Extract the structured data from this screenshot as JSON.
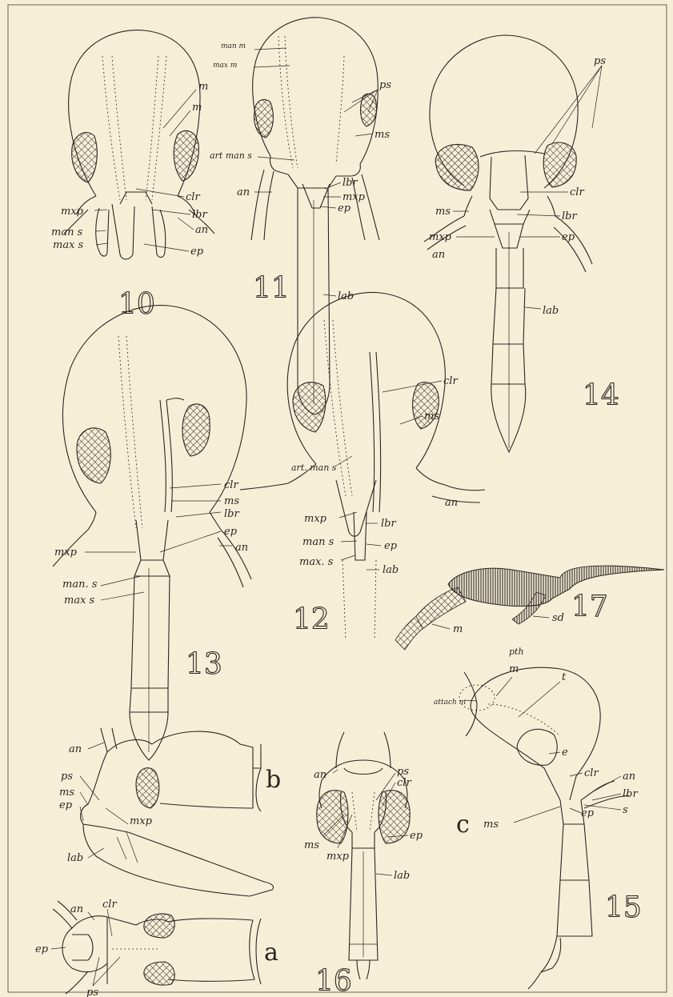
{
  "figures": {
    "fig10": {
      "number": "10",
      "labels": {
        "m1": "m",
        "m2": "m",
        "clr": "clr",
        "lbr": "lbr",
        "an": "an",
        "mxp": "mxp",
        "man_s": "man s",
        "max_s": "max s",
        "ep": "ep"
      }
    },
    "fig11": {
      "number": "11",
      "labels": {
        "man_m": "man m",
        "max_m": "max m",
        "ps": "ps",
        "ms": "ms",
        "art_man_s": "art man s",
        "lbr": "lbr",
        "mxp": "mxp",
        "an": "an",
        "ep": "ep",
        "lab": "lab"
      }
    },
    "fig14": {
      "number": "14",
      "labels": {
        "ps": "ps",
        "clr": "clr",
        "ms": "ms",
        "lbr": "lbr",
        "mxp": "mxp",
        "ep": "ep",
        "an": "an",
        "lab": "lab"
      }
    },
    "fig13": {
      "number": "13",
      "labels": {
        "clr": "clr",
        "ms": "ms",
        "lbr": "lbr",
        "mxp": "mxp",
        "ep": "ep",
        "an": "an",
        "man_s": "man. s",
        "max_s": "max s"
      }
    },
    "fig12": {
      "number": "12",
      "labels": {
        "clr": "clr",
        "art_man_s": "art. man s",
        "ms": "ms",
        "an": "an",
        "mxp": "mxp",
        "lbr": "lbr",
        "man_s": "man s",
        "ep": "ep",
        "max_s": "max. s",
        "lab": "lab"
      }
    },
    "fig17": {
      "number": "17",
      "labels": {
        "m": "m",
        "sd": "sd",
        "pth": "pth"
      }
    },
    "fig15": {
      "number": "15",
      "letter": "c",
      "labels": {
        "m": "m",
        "t": "t",
        "attach_m": "attach m",
        "e": "e",
        "clr": "clr",
        "an": "an",
        "lbr": "lbr",
        "ms": "ms",
        "ep": "ep",
        "s": "s"
      }
    },
    "figb": {
      "letter": "b",
      "labels": {
        "an": "an",
        "ps": "ps",
        "ms": "ms",
        "ep": "ep",
        "mxp": "mxp",
        "lab": "lab"
      }
    },
    "figa": {
      "letter": "a",
      "labels": {
        "an": "an",
        "clr": "clr",
        "ep": "ep",
        "ps": "ps"
      }
    },
    "fig16": {
      "number": "16",
      "labels": {
        "an": "an",
        "ps": "ps",
        "clr": "clr",
        "ms": "ms",
        "ep": "ep",
        "mxp": "mxp",
        "lab": "lab"
      }
    }
  }
}
